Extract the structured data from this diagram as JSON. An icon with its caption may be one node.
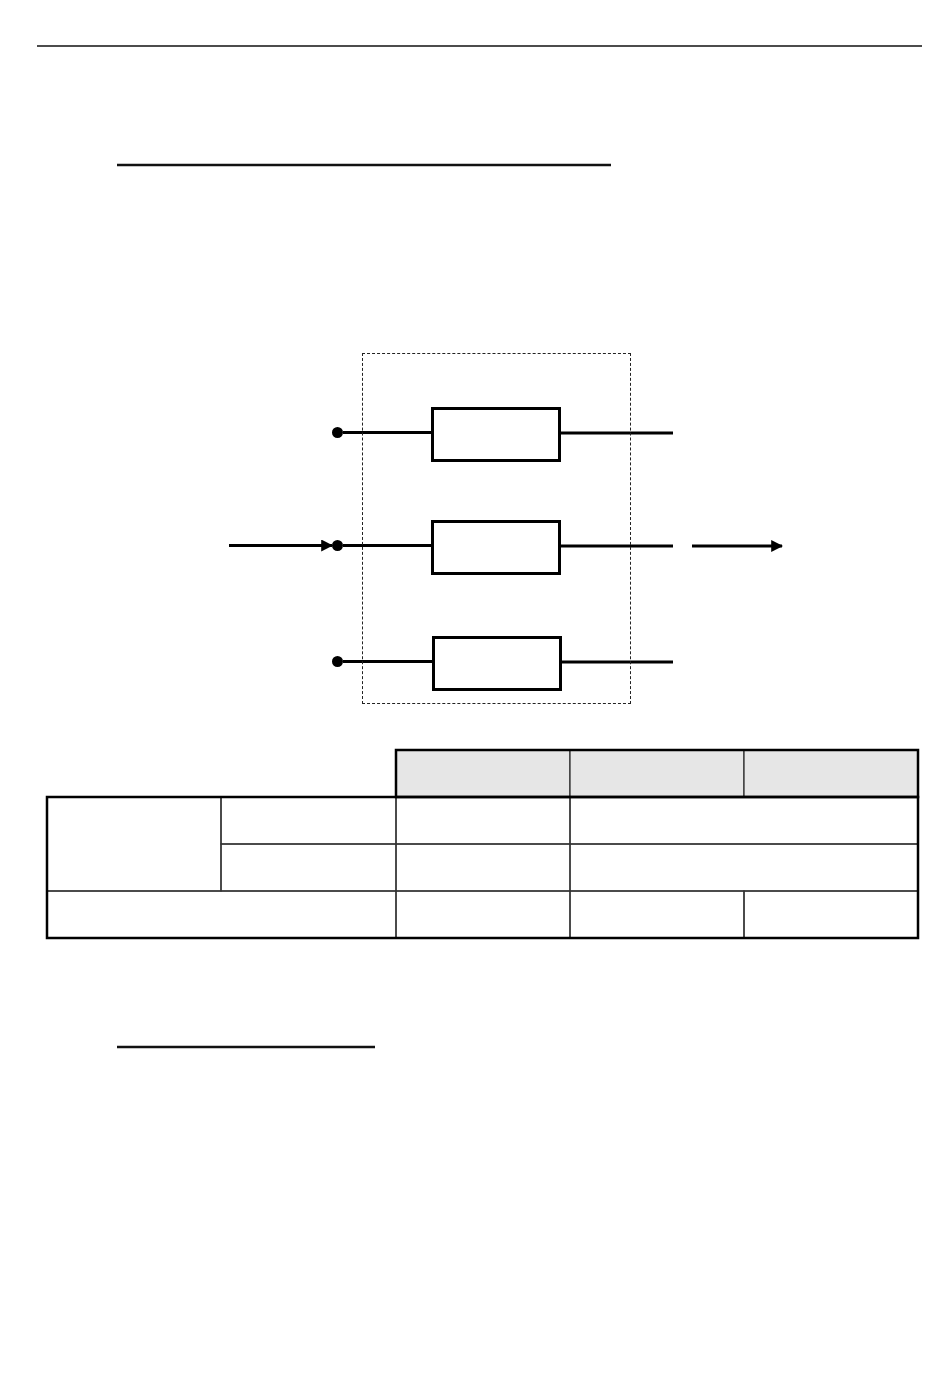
{
  "diagram": {
    "nodes": [
      {
        "text": [],
        "shape": "box"
      },
      {
        "text": [],
        "shape": "circle"
      },
      {
        "text": [],
        "shape": "box",
        "in": 0
      },
      {
        "text": [],
        "shape": "circle"
      },
      {
        "text": [],
        "shape": "box",
        "in": 0
      },
      {
        "text": [],
        "shape": "circle"
      },
      {
        "text": [],
        "shape": "box",
        "in": 0
      }
    ],
    "edges": [
      {
        "from": 1,
        "to": 2,
        "arrow": "none"
      },
      {
        "from": 2,
        "to": null,
        "arrow": "none"
      },
      {
        "from": null,
        "to": 3,
        "arrow": "to"
      },
      {
        "from": 3,
        "to": 4,
        "arrow": "none"
      },
      {
        "from": 4,
        "to": null,
        "arrow": "none"
      },
      {
        "from": 5,
        "to": 6,
        "arrow": "none"
      },
      {
        "from": 6,
        "to": null,
        "arrow": "none"
      }
    ]
  }
}
